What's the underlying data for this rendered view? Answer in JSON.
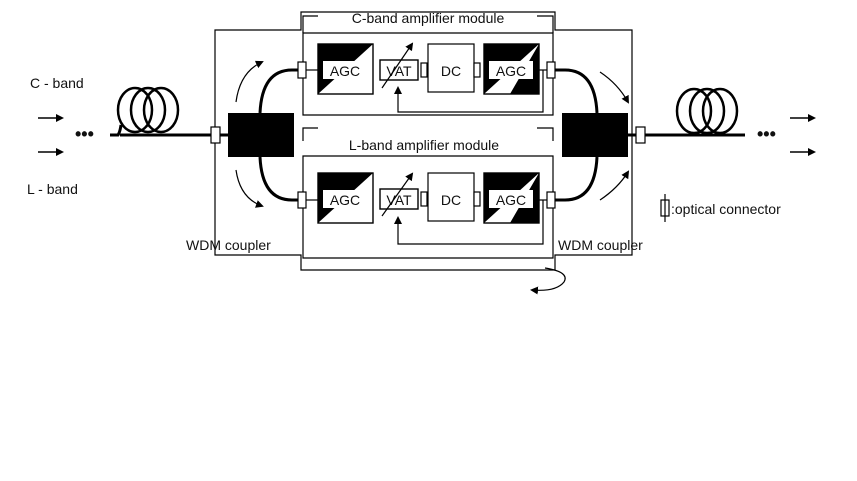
{
  "labels": {
    "c_band": "C - band",
    "l_band": "L - band",
    "c_module": "C-band amplifier module",
    "l_module": "L-band amplifier module",
    "wdm_left": "WDM coupler",
    "wdm_right": "WDM coupler",
    "connector_legend": ":optical connector",
    "dots": "•••"
  },
  "blocks": {
    "agc": "AGC",
    "vat": "VAT",
    "dc": "DC"
  },
  "colors": {
    "ink": "#000000",
    "background": "#ffffff"
  },
  "icons": [
    "fiber-coil-icon",
    "arrow-right-icon",
    "optical-connector-icon",
    "curved-arrow-icon"
  ]
}
